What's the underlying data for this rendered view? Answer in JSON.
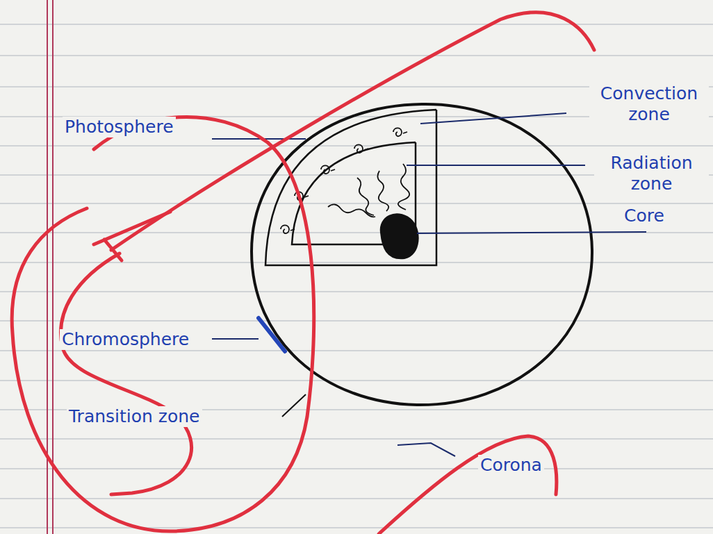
{
  "diagram": {
    "labels": [
      "Photosphere",
      "Convection zone",
      "Radiation zone",
      "Core",
      "Chromosphere",
      "Transition zone",
      "Corona"
    ]
  }
}
